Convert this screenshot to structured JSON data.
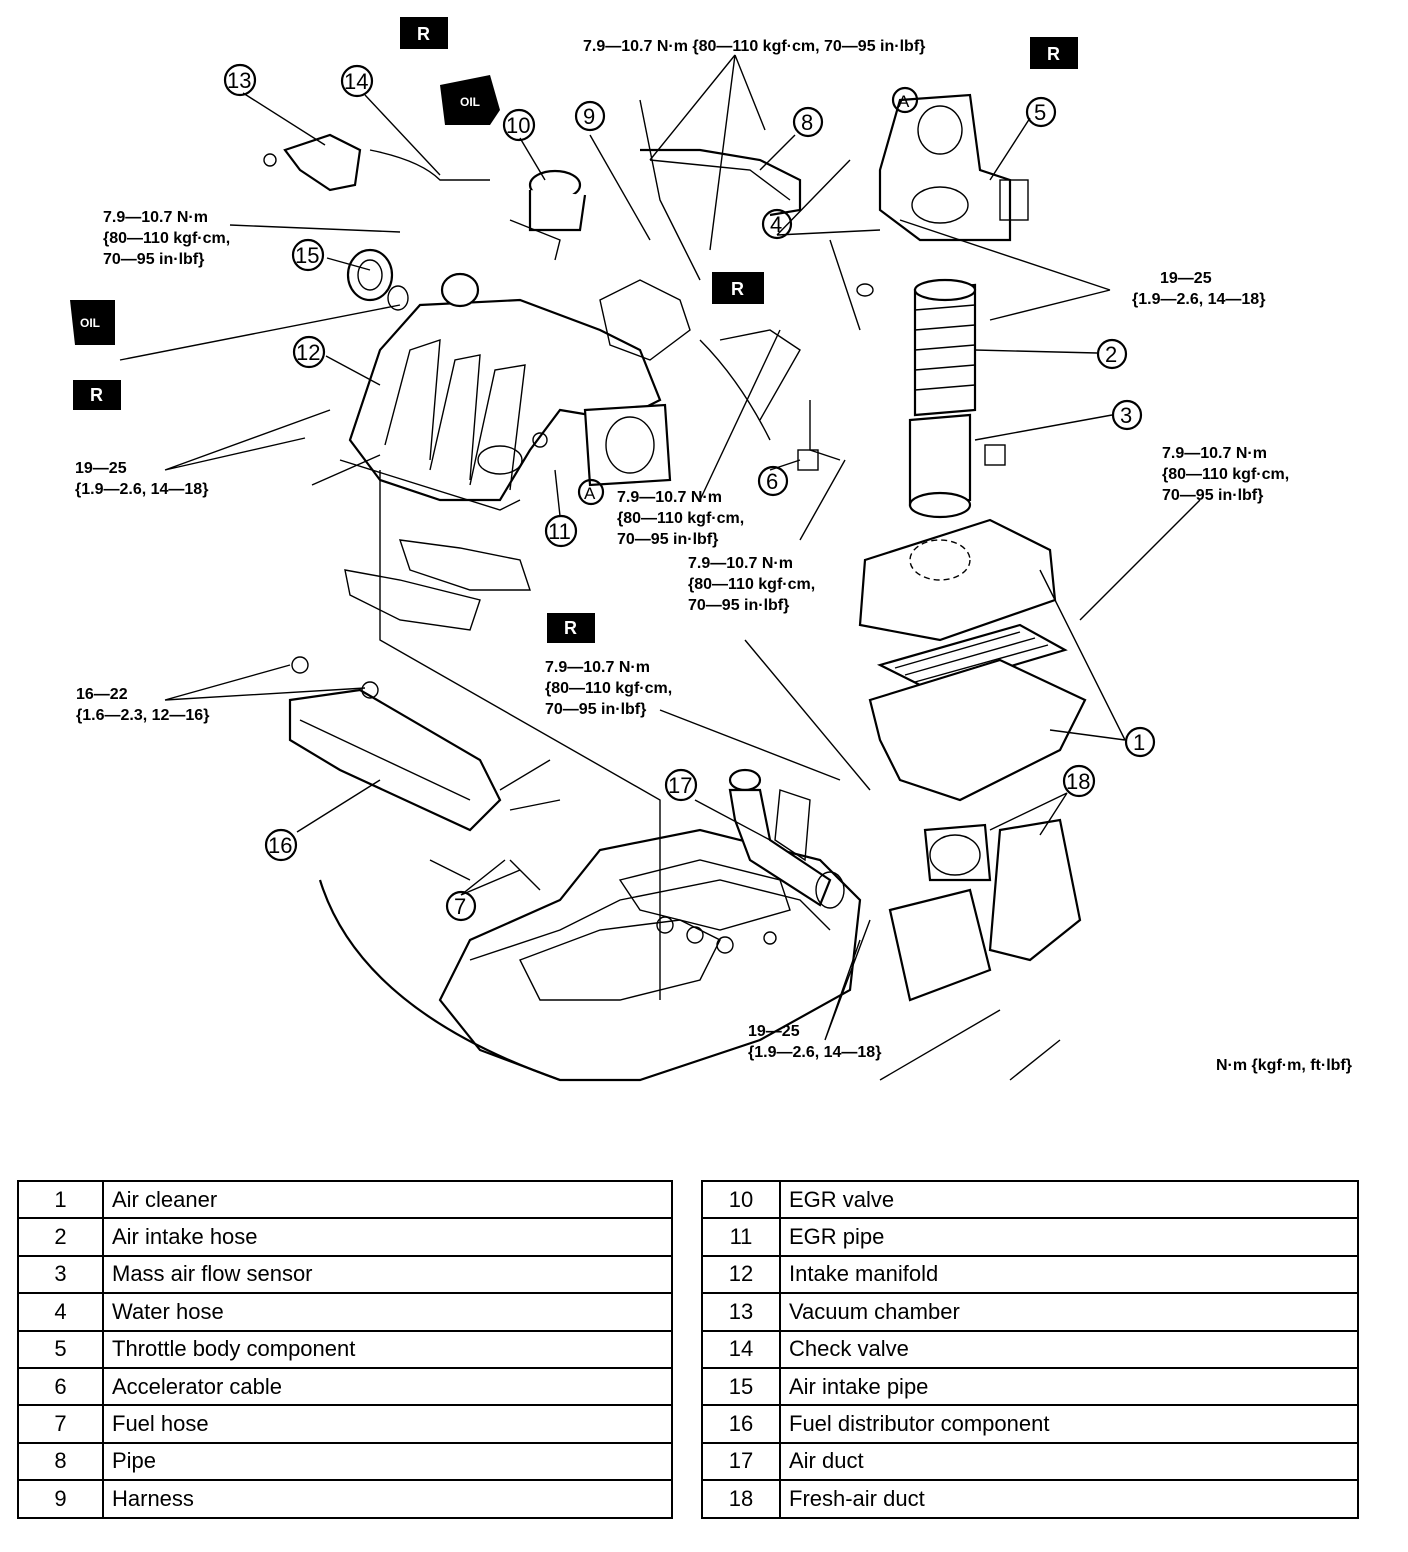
{
  "torque_labels": {
    "t_top_center_line1": "7.9—10.7 N·m {80—110 kgf·cm, 70—95 in·lbf}",
    "t_left_line1": "7.9—10.7 N·m",
    "t_left_line2": "{80—110 kgf·cm,",
    "t_left_line3": "70—95 in·lbf}",
    "t_right_tb_line1": "19—25",
    "t_right_tb_line2": "{1.9—2.6, 14—18}",
    "t_manifold_line1": "19—25",
    "t_manifold_line2": "{1.9—2.6, 14—18}",
    "t_center1_line1": "7.9—10.7 N·m",
    "t_center1_line2": "{80—110 kgf·cm,",
    "t_center1_line3": "70—95 in·lbf}",
    "t_center2_line1": "7.9—10.7 N·m",
    "t_center2_line2": "{80—110 kgf·cm,",
    "t_center2_line3": "70—95 in·lbf}",
    "t_right_ac_line1": "7.9—10.7 N·m",
    "t_right_ac_line2": "{80—110 kgf·cm,",
    "t_right_ac_line3": "70—95 in·lbf}",
    "t_fuel_line1": "16—22",
    "t_fuel_line2": "{1.6—2.3, 12—16}",
    "t_lowcenter_line1": "7.9—10.7 N·m",
    "t_lowcenter_line2": "{80—110 kgf·cm,",
    "t_lowcenter_line3": "70—95 in·lbf}",
    "t_bottom_line1": "19—25",
    "t_bottom_line2": "{1.9—2.6, 14—18}",
    "units": "N·m {kgf·m, ft·lbf}"
  },
  "markers": {
    "r": "R",
    "oil": "OIL",
    "a": "A"
  },
  "callouts": [
    "1",
    "2",
    "3",
    "4",
    "5",
    "6",
    "7",
    "8",
    "9",
    "10",
    "11",
    "12",
    "13",
    "14",
    "15",
    "16",
    "17",
    "18"
  ],
  "legend_left": [
    {
      "num": "1",
      "name": "Air cleaner"
    },
    {
      "num": "2",
      "name": "Air intake hose"
    },
    {
      "num": "3",
      "name": "Mass air flow sensor"
    },
    {
      "num": "4",
      "name": "Water hose"
    },
    {
      "num": "5",
      "name": "Throttle body component"
    },
    {
      "num": "6",
      "name": "Accelerator cable"
    },
    {
      "num": "7",
      "name": "Fuel hose"
    },
    {
      "num": "8",
      "name": "Pipe"
    },
    {
      "num": "9",
      "name": "Harness"
    }
  ],
  "legend_right": [
    {
      "num": "10",
      "name": "EGR valve"
    },
    {
      "num": "11",
      "name": "EGR pipe"
    },
    {
      "num": "12",
      "name": "Intake manifold"
    },
    {
      "num": "13",
      "name": "Vacuum chamber"
    },
    {
      "num": "14",
      "name": "Check valve"
    },
    {
      "num": "15",
      "name": "Air intake pipe"
    },
    {
      "num": "16",
      "name": "Fuel distributor component"
    },
    {
      "num": "17",
      "name": "Air duct"
    },
    {
      "num": "18",
      "name": "Fresh-air duct"
    }
  ]
}
